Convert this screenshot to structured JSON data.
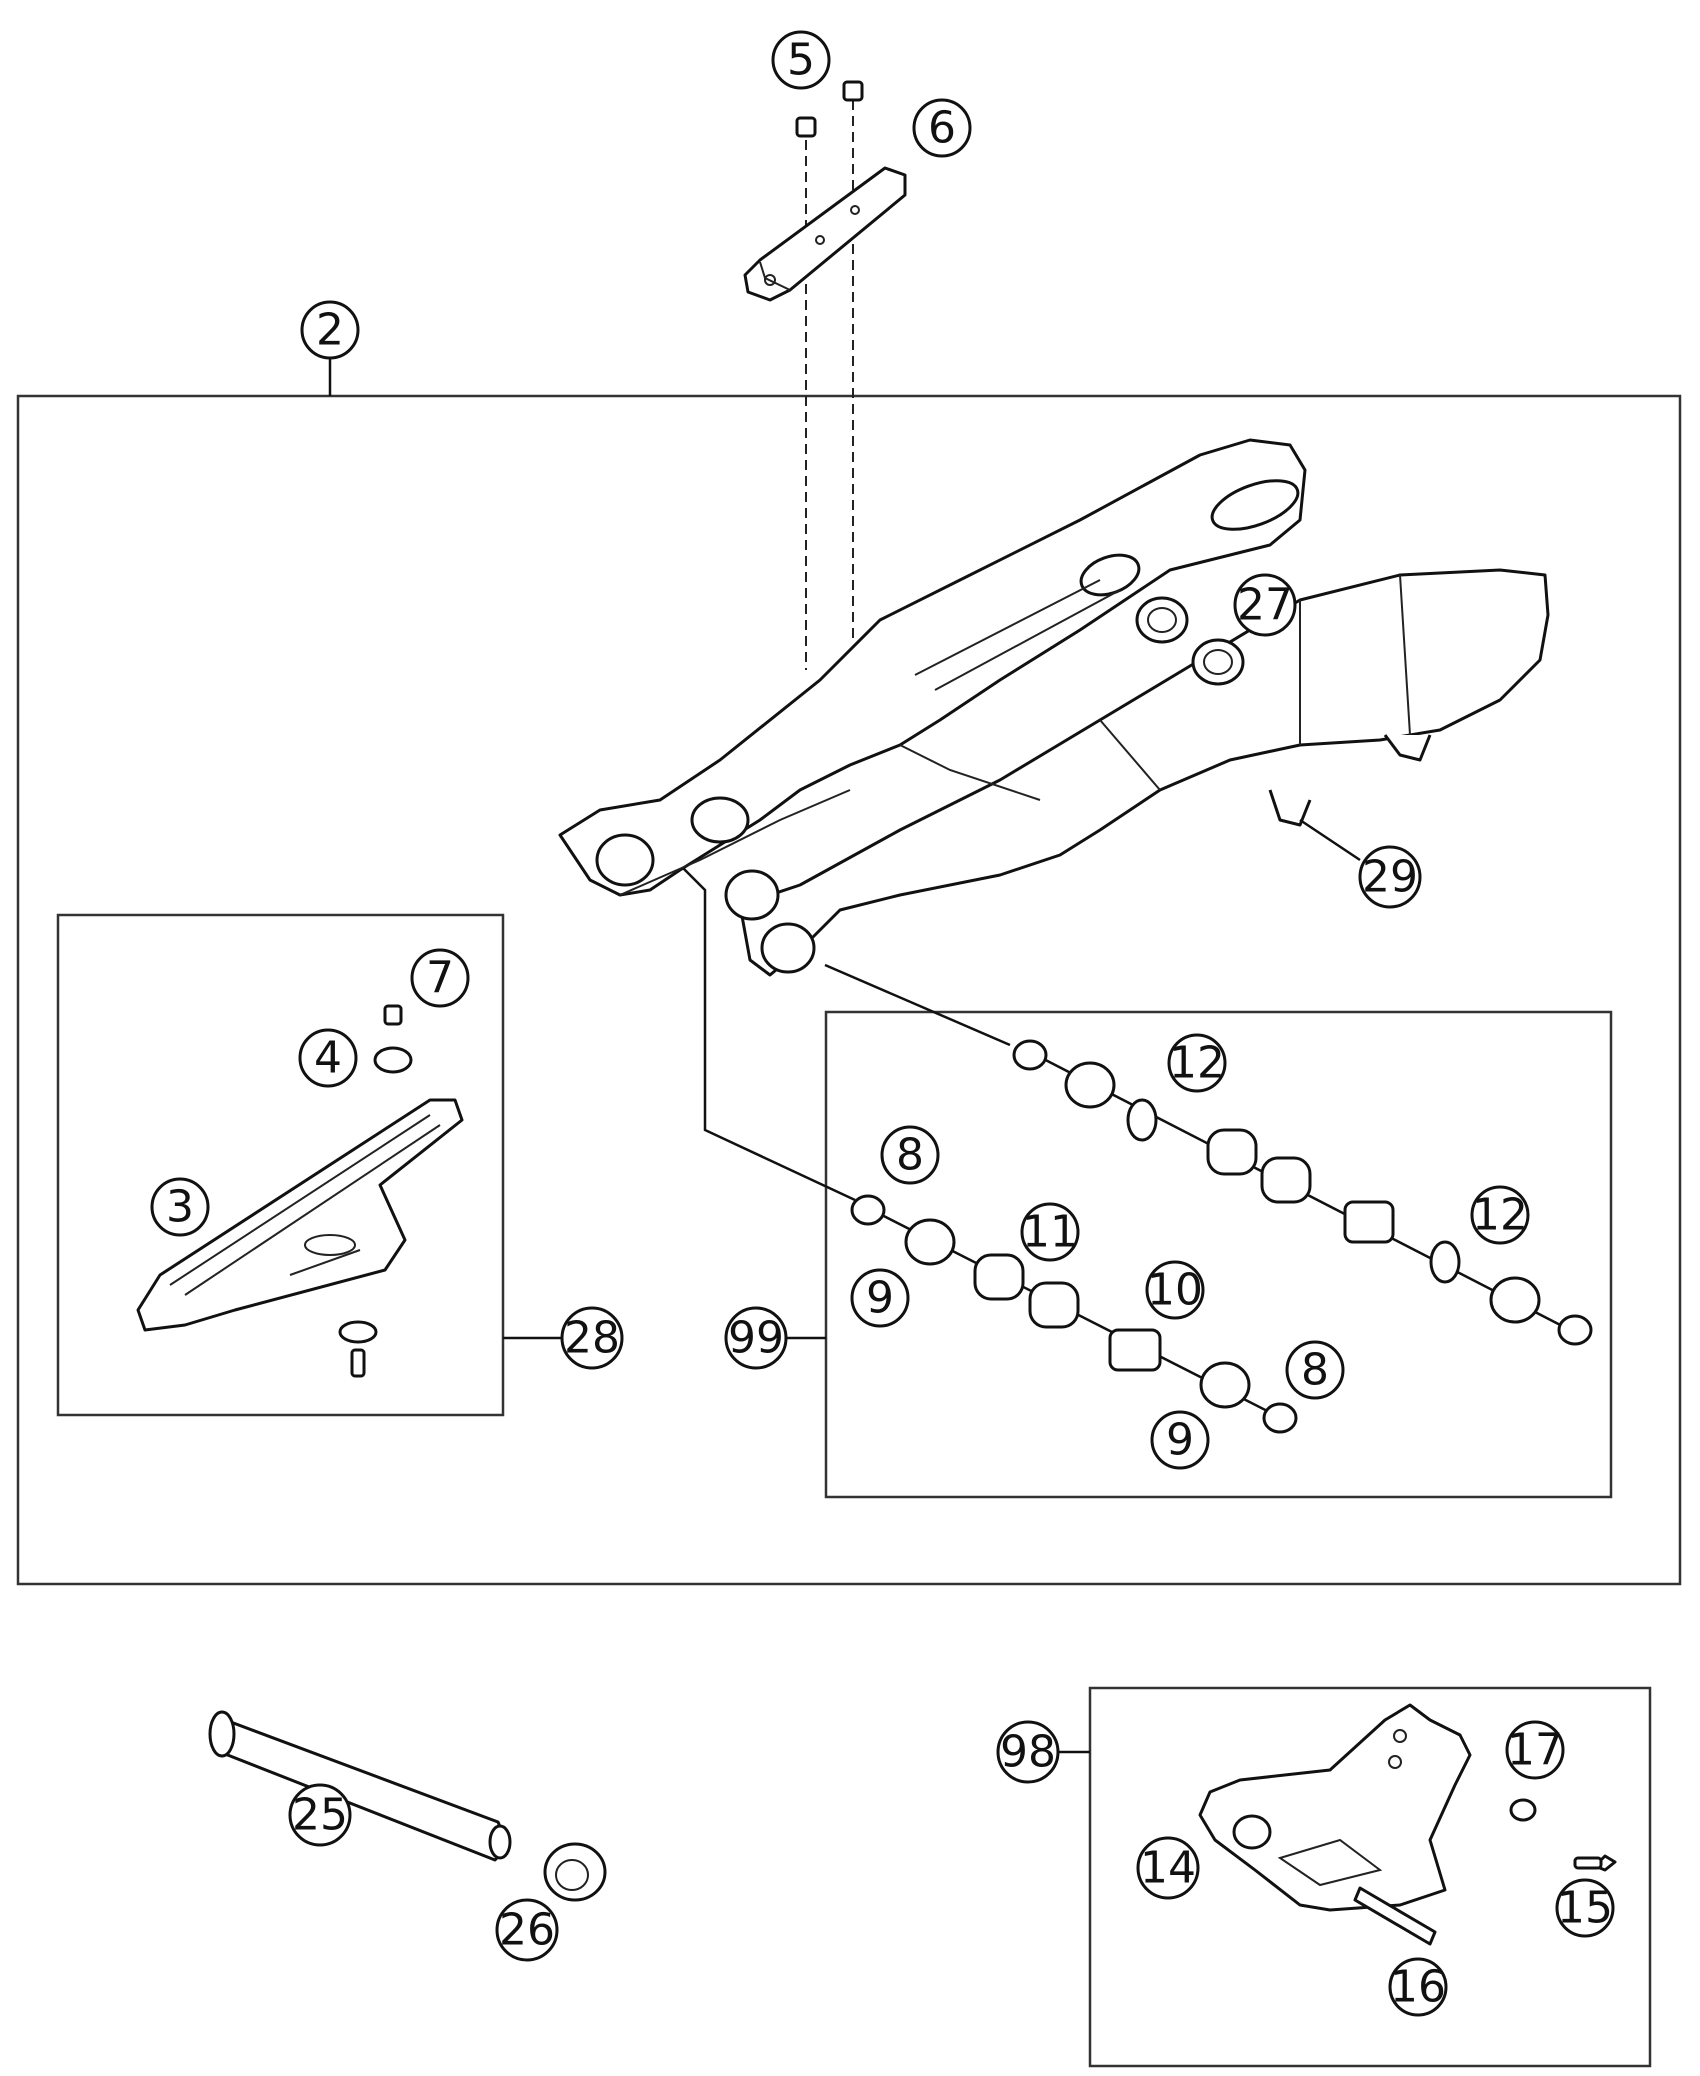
{
  "callouts": {
    "c2": "2",
    "c3": "3",
    "c4": "4",
    "c5": "5",
    "c6": "6",
    "c7": "7",
    "c8a": "8",
    "c8b": "8",
    "c9a": "9",
    "c9b": "9",
    "c10": "10",
    "c11": "11",
    "c12a": "12",
    "c12b": "12",
    "c14": "14",
    "c15": "15",
    "c16": "16",
    "c17": "17",
    "c25": "25",
    "c26": "26",
    "c27": "27",
    "c28": "28",
    "c29": "29",
    "c98": "98",
    "c99": "99"
  },
  "colors": {
    "line": "#111111",
    "background": "#ffffff"
  }
}
